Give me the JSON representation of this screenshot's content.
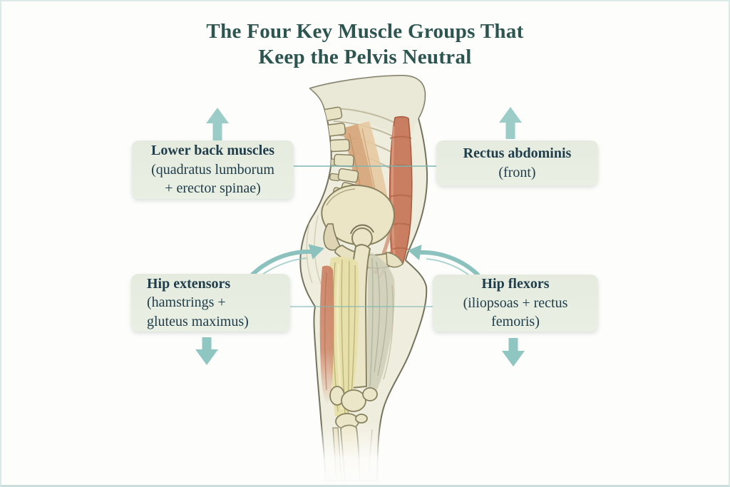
{
  "title": {
    "line1": "The Four Key Muscle Groups That",
    "line2": "Keep the Pelvis Neutral"
  },
  "labels": {
    "lower_back": {
      "name": "Lower back muscles",
      "detail1": "(quadratus lumborum",
      "detail2": "+ erector spinae)"
    },
    "rectus_abdominis": {
      "name": "Rectus abdominis",
      "detail1": "(front)"
    },
    "hip_extensors": {
      "name": "Hip extensors",
      "detail1": "(hamstrings +",
      "detail2": "gluteus maximus)"
    },
    "hip_flexors": {
      "name": "Hip flexors",
      "detail1": "(iliopsoas + rectus",
      "detail2": "femoris)"
    }
  },
  "colors": {
    "background": "#fdfdfb",
    "page_border": "#dbe9e7",
    "title_text": "#2d5550",
    "box_fill": "#e7ede1",
    "box_text": "#203d4b",
    "arrow_teal": "#9bccc7",
    "curved_arrow_teal": "#8cc2be",
    "connector_line_teal": "#7fb7b3",
    "muscle_red": "#c97e61",
    "muscle_tan": "#d7a87c",
    "muscle_yellow": "#e7e0ab",
    "bone_cream": "#ece5c6",
    "body_outline": "#75725d"
  }
}
